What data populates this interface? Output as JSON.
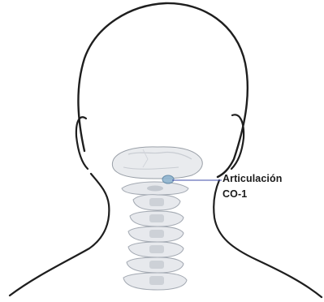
{
  "label": {
    "line1": "Articulación",
    "line2": "CO-1"
  },
  "colors": {
    "outline": "#1e1e1e",
    "bone": "#e9ebee",
    "bone_shadow": "#b7bcc4",
    "joint": "#8fb4cf",
    "leader_line": "#3f4da8"
  },
  "structures": [
    "head-outline",
    "ear-left",
    "ear-right",
    "neck-outline",
    "shoulders",
    "occipital-bone",
    "atlanto-occipital-joint",
    "atlas-c1",
    "cervical-vertebrae"
  ]
}
